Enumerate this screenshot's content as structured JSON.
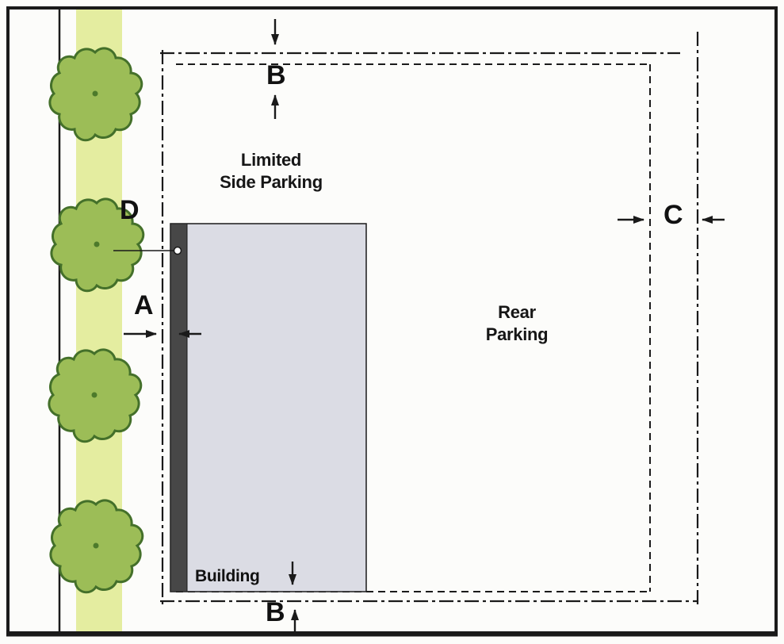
{
  "diagram": {
    "labels": {
      "dim_a": "A",
      "dim_b_top": "B",
      "dim_b_bottom": "B",
      "dim_c": "C",
      "dim_d": "D",
      "limited_side_parking": "Limited\nSide Parking",
      "rear_parking": "Rear\nParking",
      "building": "Building"
    },
    "colors": {
      "line": "#1a1a1a",
      "planting_strip": "#e4eda0",
      "tree_fill": "#9cbd57",
      "tree_stroke": "#44702a",
      "tree_core": "#4d7a2b",
      "building_fill": "#dbdce4",
      "building_facade": "#474747"
    }
  }
}
